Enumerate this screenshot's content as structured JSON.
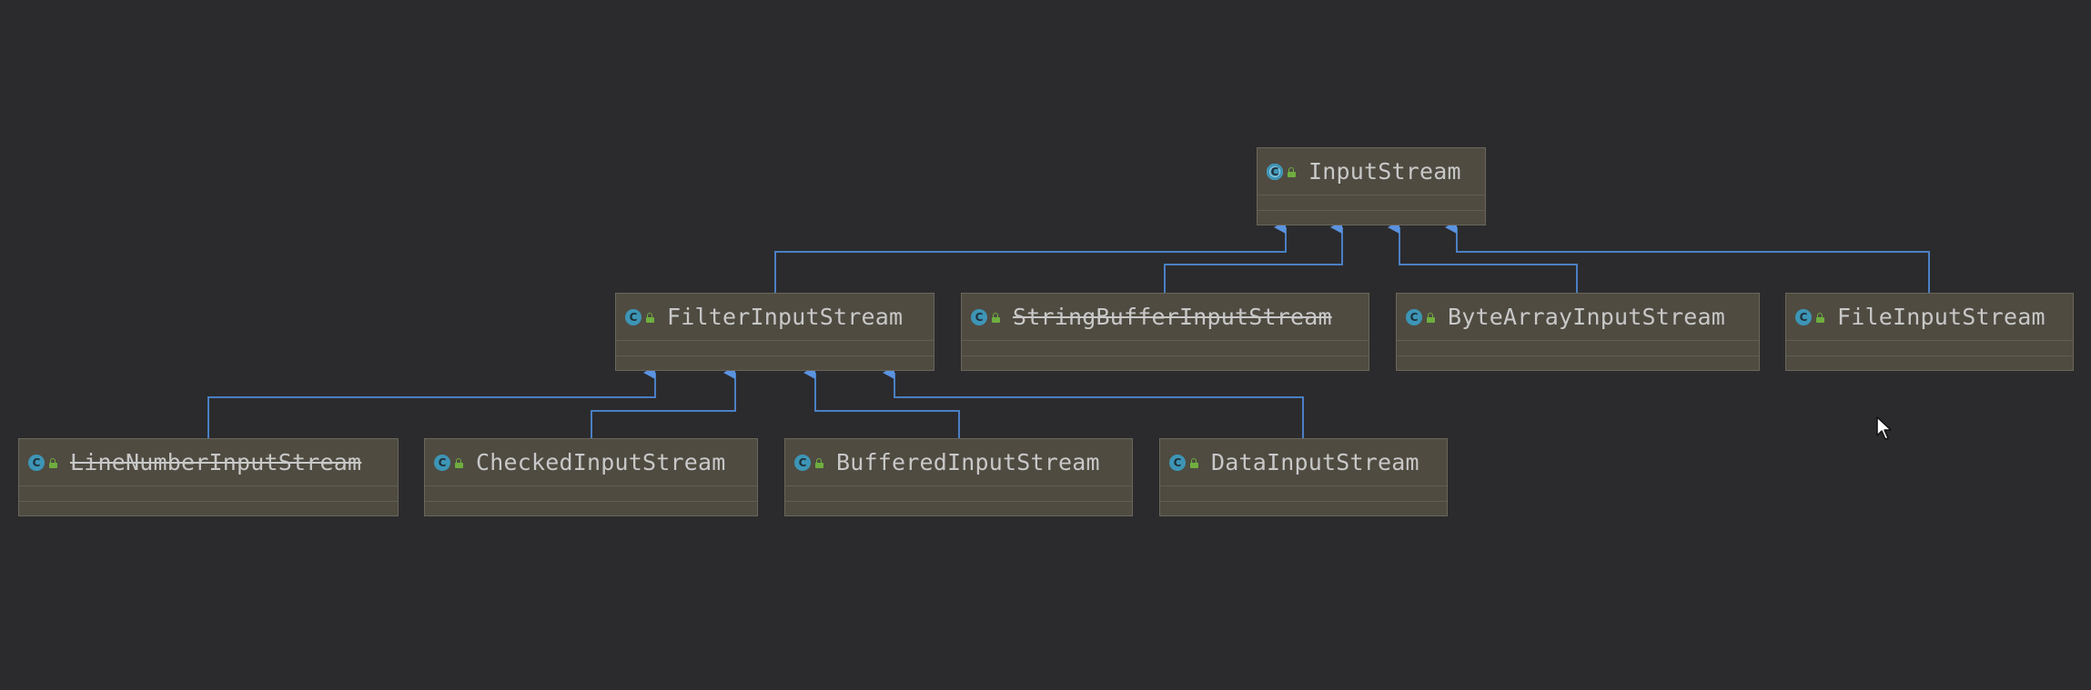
{
  "diagram": {
    "root": {
      "name": "InputStream",
      "icon": "abstract-class-icon",
      "deprecated": false
    },
    "level1": [
      {
        "name": "FilterInputStream",
        "icon": "class-icon",
        "deprecated": false
      },
      {
        "name": "StringBufferInputStream",
        "icon": "class-icon",
        "deprecated": true
      },
      {
        "name": "ByteArrayInputStream",
        "icon": "class-icon",
        "deprecated": false
      },
      {
        "name": "FileInputStream",
        "icon": "class-icon",
        "deprecated": false
      }
    ],
    "level2": [
      {
        "name": "LineNumberInputStream",
        "icon": "class-icon",
        "deprecated": true
      },
      {
        "name": "CheckedInputStream",
        "icon": "class-icon",
        "deprecated": false
      },
      {
        "name": "BufferedInputStream",
        "icon": "class-icon",
        "deprecated": false
      },
      {
        "name": "DataInputStream",
        "icon": "class-icon",
        "deprecated": false
      }
    ],
    "edges": [
      {
        "from": "FilterInputStream",
        "to": "InputStream",
        "kind": "extends"
      },
      {
        "from": "StringBufferInputStream",
        "to": "InputStream",
        "kind": "extends"
      },
      {
        "from": "ByteArrayInputStream",
        "to": "InputStream",
        "kind": "extends"
      },
      {
        "from": "FileInputStream",
        "to": "InputStream",
        "kind": "extends"
      },
      {
        "from": "LineNumberInputStream",
        "to": "FilterInputStream",
        "kind": "extends"
      },
      {
        "from": "CheckedInputStream",
        "to": "FilterInputStream",
        "kind": "extends"
      },
      {
        "from": "BufferedInputStream",
        "to": "FilterInputStream",
        "kind": "extends"
      },
      {
        "from": "DataInputStream",
        "to": "FilterInputStream",
        "kind": "extends"
      }
    ],
    "colors": {
      "background": "#2b2b2d",
      "node_fill": "#4f4b41",
      "edge": "#4a7fc4",
      "arrowhead": "#5b93e0",
      "class_icon": "#3d95b6",
      "visibility_icon": "#6fae3f",
      "text": "#c8c8c8"
    }
  },
  "cursor": {
    "icon": "mouse-pointer-icon"
  }
}
